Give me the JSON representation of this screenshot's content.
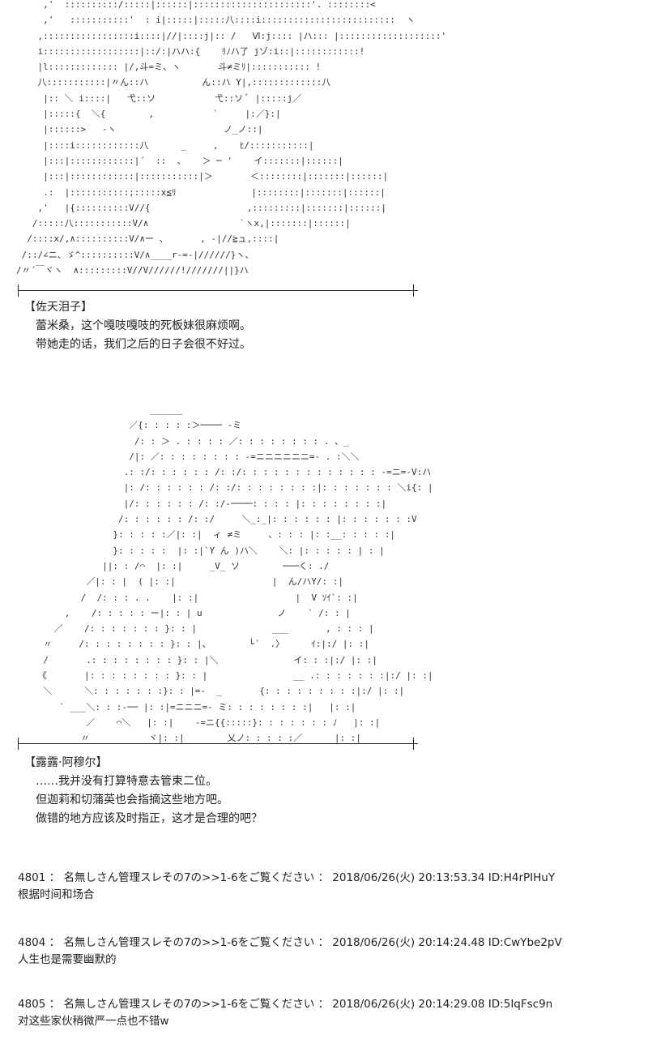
{
  "art": {
    "rumia": "     ,'  ::::::::::/:::::|::::::|::::::::::::::::::::::'. ::::::::<\n     ,'   :::::::::::'  : i|:::::|:::::八::::i:::::::::::::::::::::::::  ヽ\n    ,:::::::::::::::::i::::|//|::::j|:: /   Ⅵ:j:::: |ハ::: |:::::::::::::::::::'\n    i::::::::::::::::::|::/:|ハハ:{    ﾘﾉハ了 jゾ:i::|::::::::::::!\n    |l::::::::::::: |/,斗=ミ、ヽ       斗≠ミﾘ|::::::::::: !\n    八:::::::::::|〃ん::ハ          ん::ハ Y|,:::::::::::::八\n     |:: ＼ i::::|   弋::ソ           弋::ソ ﾞ |:::::j／\n     |:::::{  ＼{        ,           `     |:／}:|\n     |::::::>   ‐ヽ                    ノ_ノ::|\n     |::::i::::::::::::八      _     ,    ﾋ/:::::::::::|\n     |:::|::::::::::::|´  ::  、   ＞ ─ '    イ:::::::|::::::|\n     |:::|::::::::::::|:::::::::::|＞       ＜::::::::|:::::::|::::::|\n     .:  |:::::::::::;:::::x≦ﾘ              |::::::::|:::::::|::::::|\n    ,'   |{::::::::::V//{                  ,:::::::::|:::::::|::::::|\n   /:::::八:::::::::::V/∧                 `ヽx,|:::::::|::::::|\n  /::::x/,∧::::::::::V/∧ー 、      , -|//≧ュ,::::|\n /::/∠ニ、ゞ^::::::::::V/∧____r-=-|//////}ヽ、\n/〃´￣ヾヽ  ∧:::::::::V//V//////!///////||}ハ",
    "ruru": "                      ______\n                  ／{: : : : :＞──── -ミ\n                   /: : ＞ . : : : : ／: : : : : : : : . 、_\n                  /|: ／: : : : : : : : -=ニニニニニニ=- . :＼＼\n                 .: :/: : : : : : /: :/: : : : : : : : : : : : : -=ニ=-V:ハ\n                 |: /: : : : : : /: :/: : : : : : : :|: : : : : : : ＼i{: |\n                 |/: : : : : : /: :/-────: : : : |: : : : : : : :|\n                /: : : : : : /: :/     ＼_:_|: : : : : : |: : : : : : :V\n               }: : : : :／|: :|  ィ ≠ミ     、: : : |: :__: : : : :|\n               }: : : : :  |: :|`Y ん )ハ＼    ＼: |: : : : : | : |\n             ||: : /⌒  |: :|     _V_ ソ        ───く: ./\n          ／|: : |  ( |: :|                  |  ん/ハY/: :|\n         /  /: : : . .    |: :|                  |  V ｿｲ`: :|\n      ,    /: : : : : ー|: : | u              ノ    ` /: : |\n    ／    /: : : : : : : }: : |              ___       , : : : |\n  〃     /: : : : : : : : }: : |、       └´  .〉     ｲ:|:/ |: :|\n  /       .: : : : : : : : }: : |＼              イ: : :|:/ |: :|\n 《       |: : : : : : : : }: : |                __ .: : : : : : :|:/ |: :|\n  ＼      ＼: : : : : : :}: : |=-  _       {: : : : : : : : :|:/ |: :|\n     ` ___＼: : :-── |: :|=ニニニ=- ミ: : : : : : : :|   |: :|\n          ／    ⌒＼   |: :|    -=ニ{{:::::}: : : : : : : ﾉ   |: :|\n         〃           ヾ|: :|        乂ノ: : : : :／      |: :|"
  },
  "dialog1": {
    "speaker": "【佐天泪子】",
    "lines": [
      "蕾米桑，这个嘎吱嘎吱的死板妹很麻烦啊。",
      "带她走的话，我们之后的日子会很不好过。"
    ]
  },
  "dialog2": {
    "speaker": "【露露·阿穆尔】",
    "lines": [
      "……我并没有打算特意去管束二位。",
      "但迦莉和切蒲英也会指摘这些地方吧。",
      "做错的地方应该及时指正，这才是合理的吧？"
    ]
  },
  "posts": [
    {
      "header": "4801 ： 名無しさん管理スレその7の>>1-6をご覧ください ： 2018/06/26(火) 20:13:53.34 ID:H4rPIHuY",
      "body": "根据时间和场合"
    },
    {
      "header": "4804 ： 名無しさん管理スレその7の>>1-6をご覧ください ： 2018/06/26(火) 20:14:24.48 ID:CwYbe2pV",
      "body": "人生也是需要幽默的"
    },
    {
      "header": "4805 ： 名無しさん管理スレその7の>>1-6をご覧ください ： 2018/06/26(火) 20:14:29.08 ID:5IqFsc9n",
      "body": "对这些家伙稍微严一点也不错w"
    }
  ]
}
